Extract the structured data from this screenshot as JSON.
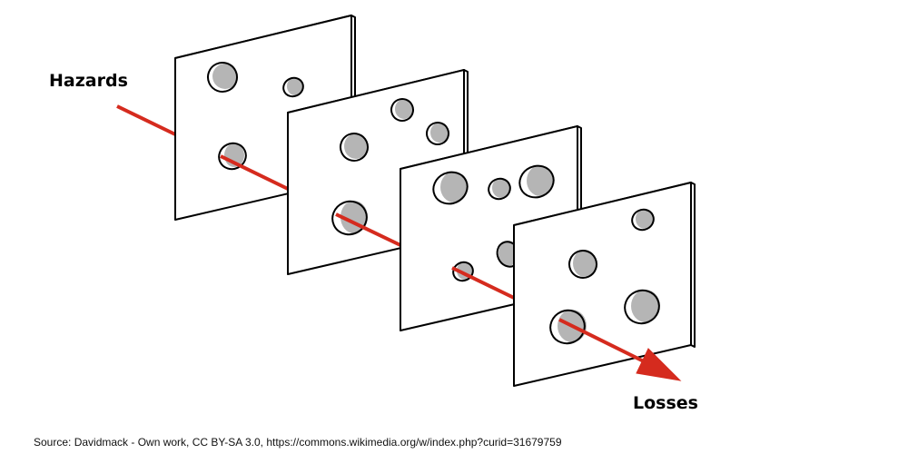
{
  "labels": {
    "hazards": "Hazards",
    "losses": "Losses"
  },
  "source": "Source: Davidmack - Own work, CC BY-SA 3.0, https://commons.wikimedia.org/w/index.php?curid=31679759",
  "colors": {
    "arrow": "#d52b1e",
    "hole_shadow": "#b5b5b5",
    "outline": "#000000",
    "background": "#ffffff"
  },
  "slices": [
    {
      "name": "slice-1"
    },
    {
      "name": "slice-2"
    },
    {
      "name": "slice-3"
    },
    {
      "name": "slice-4"
    }
  ]
}
